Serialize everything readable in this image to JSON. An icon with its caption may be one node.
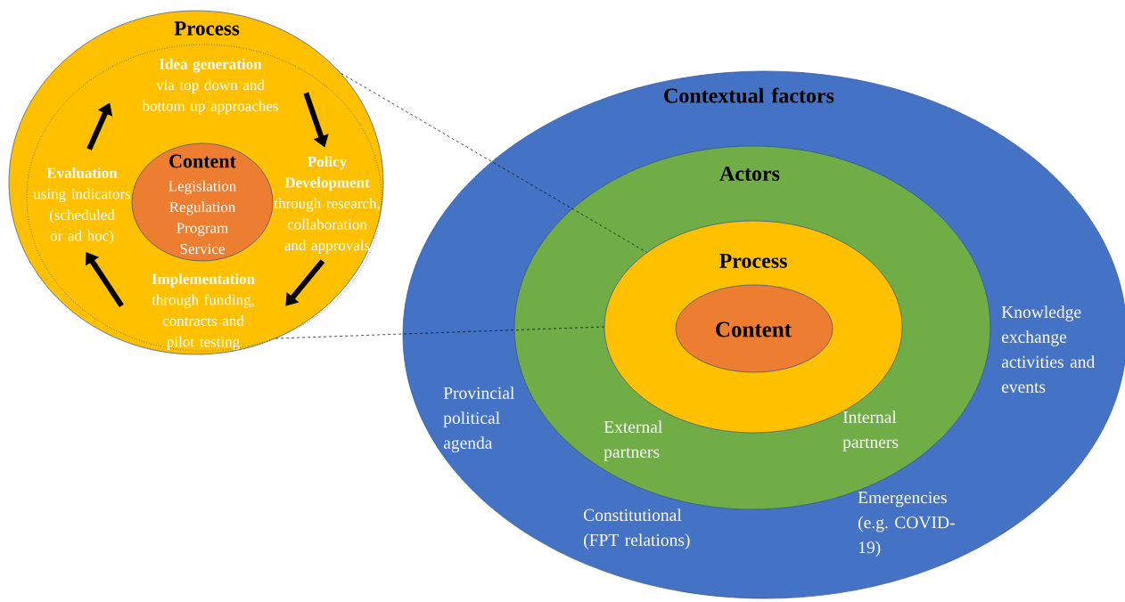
{
  "diagram": {
    "nodes": [
      {
        "text": [
          "Process"
        ]
      },
      {
        "text": [
          "**Idea generation** via top down and bottom up approaches"
        ],
        "in": 0
      },
      {
        "text": [
          "Evaluation",
          "using indicators (scheduled or ad hoc)"
        ],
        "in": 0
      },
      {
        "text": [
          "Content",
          "Legislation Regulation Program Service"
        ],
        "in": 0
      },
      {
        "text": [
          "Policy Development",
          "through research, collaboration and approvals"
        ],
        "in": 0
      },
      {
        "text": [
          "Implementation",
          "through funding, contracts and pilot testing"
        ],
        "in": 0
      },
      {
        "text": [
          "Contextual factors",
          "Knowledge exchange activities and events",
          "Provincial political agenda",
          "Constitutional (FPT relations)",
          "Emergencies (e.g. COVID-19)"
        ]
      },
      {
        "text": [
          "Actors",
          "External partners",
          "Internal partners"
        ],
        "in": 6
      },
      {
        "text": [
          "Process"
        ],
        "in": 7
      },
      {
        "text": [
          "Content"
        ],
        "in": 8
      }
    ],
    "edges": [
      {
        "from": 2,
        "to": 1,
        "arrow": "to"
      },
      {
        "from": 1,
        "to": 4,
        "arrow": "to"
      },
      {
        "from": 4,
        "to": 5,
        "arrow": "to"
      },
      {
        "from": 5,
        "to": 2,
        "arrow": "to"
      },
      {
        "from": 0,
        "to": 8,
        "arrow": "none",
        "style": "dashed"
      },
      {
        "from": 0,
        "to": 8,
        "arrow": "none",
        "style": "dashed"
      }
    ]
  }
}
